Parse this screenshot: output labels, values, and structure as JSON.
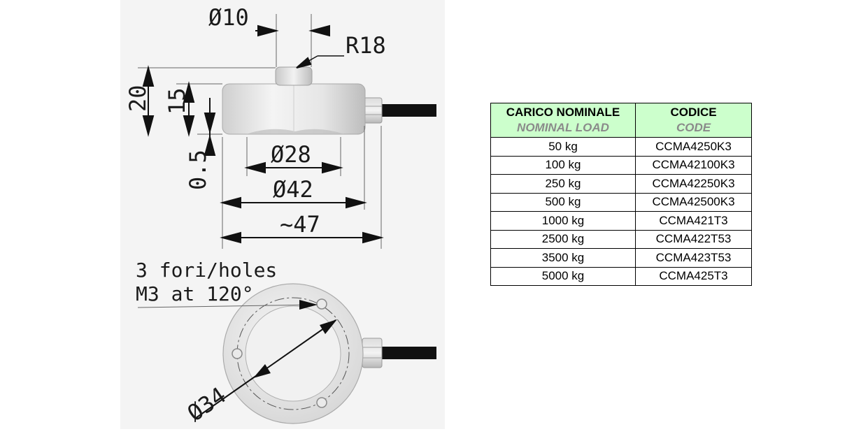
{
  "drawing": {
    "dimensions": {
      "d10": "Ø10",
      "r18": "R18",
      "h20": "20",
      "h15": "15",
      "h05": "0.5",
      "d28": "Ø28",
      "d42": "Ø42",
      "w47": "~47",
      "d34": "Ø34"
    },
    "holes_note": {
      "line1": "3 fori/holes",
      "line2": "M3 at 120°"
    }
  },
  "table": {
    "headers": {
      "load_it": "CARICO NOMINALE",
      "load_en": "NOMINAL LOAD",
      "code_it": "CODICE",
      "code_en": "CODE"
    },
    "rows": [
      {
        "load": "50 kg",
        "code": "CCMA4250K3"
      },
      {
        "load": "100 kg",
        "code": "CCMA42100K3"
      },
      {
        "load": "250 kg",
        "code": "CCMA42250K3"
      },
      {
        "load": "500 kg",
        "code": "CCMA42500K3"
      },
      {
        "load": "1000 kg",
        "code": "CCMA421T3"
      },
      {
        "load": "2500 kg",
        "code": "CCMA422T53"
      },
      {
        "load": "3500 kg",
        "code": "CCMA423T53"
      },
      {
        "load": "5000 kg",
        "code": "CCMA425T3"
      }
    ],
    "colors": {
      "header_bg": "#ccffcc",
      "subheader_text": "#8a8a8a"
    }
  }
}
